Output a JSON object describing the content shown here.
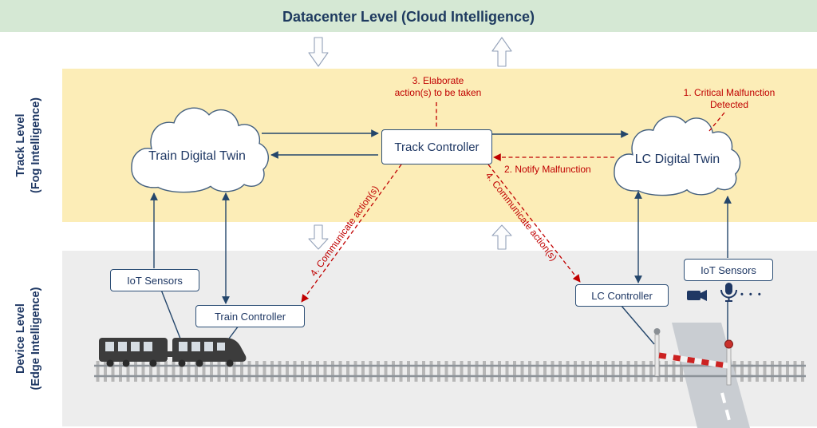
{
  "bands": {
    "datacenter": {
      "title": "Datacenter Level (Cloud Intelligence)"
    },
    "track": {
      "line1": "Track Level",
      "line2": "(Fog Intelligence)"
    },
    "device": {
      "line1": "Device Level",
      "line2": "(Edge Intelligence)"
    }
  },
  "nodes": {
    "train_twin": {
      "label": "Train Digital Twin"
    },
    "lc_twin": {
      "label": "LC Digital Twin"
    },
    "track_controller": {
      "label": "Track Controller"
    },
    "iot_left": {
      "label": "IoT Sensors"
    },
    "train_controller": {
      "label": "Train Controller"
    },
    "lc_controller": {
      "label": "LC Controller"
    },
    "iot_right": {
      "label": "IoT Sensors"
    }
  },
  "annotations": {
    "step1_l1": "1. Critical Malfunction",
    "step1_l2": "Detected",
    "step2": "2. Notify Malfunction",
    "step3_l1": "3. Elaborate",
    "step3_l2": "action(s) to be taken",
    "step4_left": "4. Communicate action(s)",
    "step4_right": "4. Communicate action(s)",
    "ellipsis": "• • •"
  },
  "colors": {
    "band_green": "#d5e8d4",
    "band_yellow": "#fcedb7",
    "band_gray": "#ededed",
    "ink_navy": "#1f3864",
    "alert_red": "#c00000"
  }
}
